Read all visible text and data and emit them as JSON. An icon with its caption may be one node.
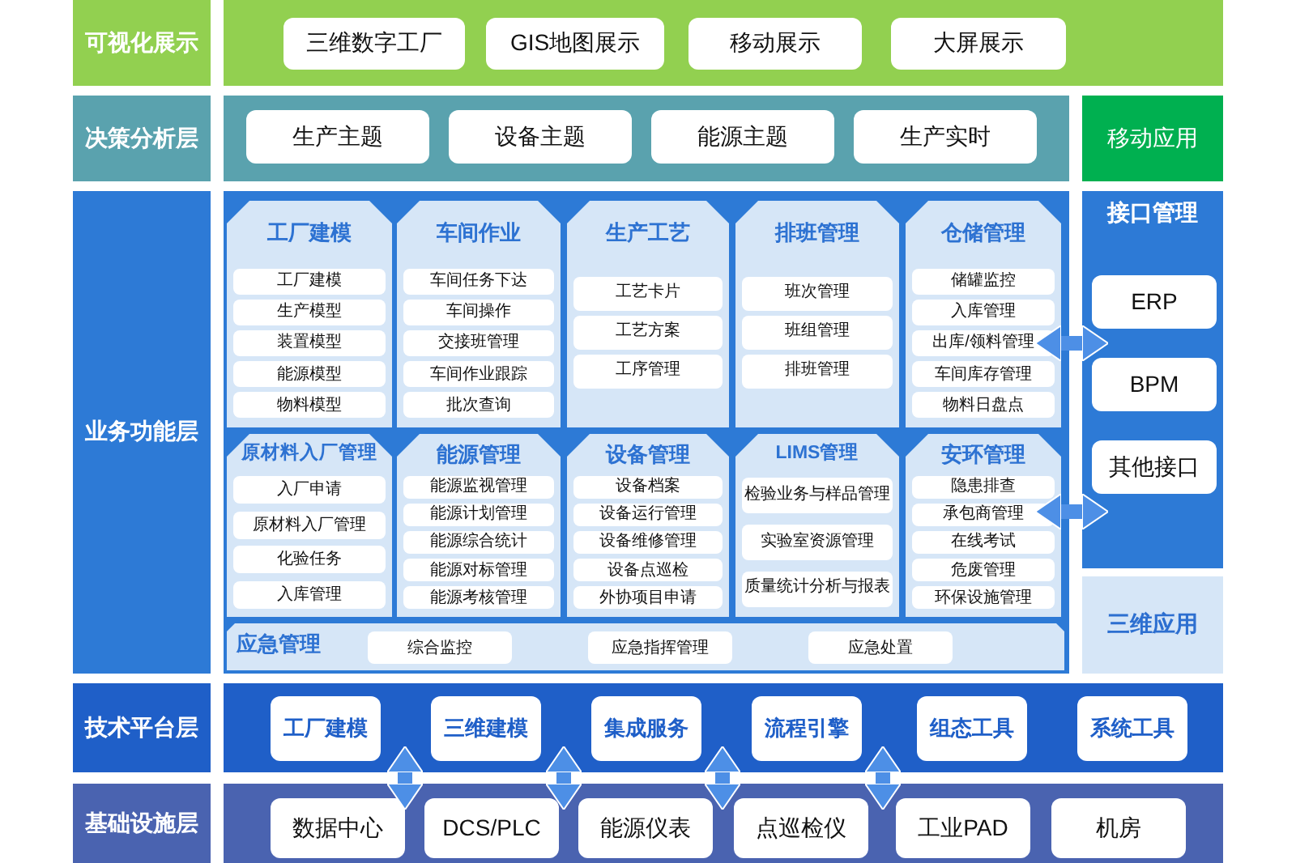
{
  "diagram": {
    "nodes": [
      {
        "text": [
          "可视化展示"
        ]
      },
      {
        "text": [],
        "shape": "box"
      },
      {
        "text": [
          "三维数字工厂"
        ],
        "in": 1
      },
      {
        "text": [
          "GIS地图展示"
        ],
        "in": 1
      },
      {
        "text": [
          "移动展示"
        ],
        "in": 1
      },
      {
        "text": [
          "大屏展示"
        ],
        "in": 1
      },
      {
        "text": [
          "决策分析层"
        ]
      },
      {
        "text": [],
        "shape": "box"
      },
      {
        "text": [
          "生产主题"
        ],
        "in": 7
      },
      {
        "text": [
          "设备主题"
        ],
        "in": 7
      },
      {
        "text": [
          "能源主题"
        ],
        "in": 7
      },
      {
        "text": [
          "生产实时"
        ],
        "in": 7
      },
      {
        "text": [
          "移动应用"
        ]
      },
      {
        "text": [
          "业务功能层"
        ]
      },
      {
        "text": [],
        "shape": "box"
      },
      {
        "text": [
          "工厂建模"
        ],
        "in": 14
      },
      {
        "text": [
          "工厂建模"
        ],
        "in": 15
      },
      {
        "text": [
          "生产模型"
        ],
        "in": 15
      },
      {
        "text": [
          "装置模型"
        ],
        "in": 15
      },
      {
        "text": [
          "能源模型"
        ],
        "in": 15
      },
      {
        "text": [
          "物料模型"
        ],
        "in": 15
      },
      {
        "text": [
          "车间作业"
        ],
        "in": 14
      },
      {
        "text": [
          "车间任务下达"
        ],
        "in": 21
      },
      {
        "text": [
          "车间操作"
        ],
        "in": 21
      },
      {
        "text": [
          "交接班管理"
        ],
        "in": 21
      },
      {
        "text": [
          "车间作业跟踪"
        ],
        "in": 21
      },
      {
        "text": [
          "批次查询"
        ],
        "in": 21
      },
      {
        "text": [
          "生产工艺"
        ],
        "in": 14
      },
      {
        "text": [
          "工艺卡片"
        ],
        "in": 27
      },
      {
        "text": [
          "工艺方案"
        ],
        "in": 27
      },
      {
        "text": [
          "工序管理"
        ],
        "in": 27
      },
      {
        "text": [
          "排班管理"
        ],
        "in": 14
      },
      {
        "text": [
          "班次管理"
        ],
        "in": 31
      },
      {
        "text": [
          "班组管理"
        ],
        "in": 31
      },
      {
        "text": [
          "排班管理"
        ],
        "in": 31
      },
      {
        "text": [
          "仓储管理"
        ],
        "in": 14
      },
      {
        "text": [
          "储罐监控"
        ],
        "in": 35
      },
      {
        "text": [
          "入库管理"
        ],
        "in": 35
      },
      {
        "text": [
          "出库/领料管理"
        ],
        "in": 35
      },
      {
        "text": [
          "车间库存管理"
        ],
        "in": 35
      },
      {
        "text": [
          "物料日盘点"
        ],
        "in": 35
      },
      {
        "text": [
          "原材料入厂管理"
        ],
        "in": 14
      },
      {
        "text": [
          "入厂申请"
        ],
        "in": 41
      },
      {
        "text": [
          "原材料入厂管理"
        ],
        "in": 41
      },
      {
        "text": [
          "化验任务"
        ],
        "in": 41
      },
      {
        "text": [
          "入库管理"
        ],
        "in": 41
      },
      {
        "text": [
          "能源管理"
        ],
        "in": 14
      },
      {
        "text": [
          "能源监视管理"
        ],
        "in": 46
      },
      {
        "text": [
          "能源计划管理"
        ],
        "in": 46
      },
      {
        "text": [
          "能源综合统计"
        ],
        "in": 46
      },
      {
        "text": [
          "能源对标管理"
        ],
        "in": 46
      },
      {
        "text": [
          "能源考核管理"
        ],
        "in": 46
      },
      {
        "text": [
          "设备管理"
        ],
        "in": 14
      },
      {
        "text": [
          "设备档案"
        ],
        "in": 52
      },
      {
        "text": [
          "设备运行管理"
        ],
        "in": 52
      },
      {
        "text": [
          "设备维修管理"
        ],
        "in": 52
      },
      {
        "text": [
          "设备点巡检"
        ],
        "in": 52
      },
      {
        "text": [
          "外协项目申请"
        ],
        "in": 52
      },
      {
        "text": [
          "LIMS管理"
        ],
        "in": 14
      },
      {
        "text": [
          "检验业务与样品管理"
        ],
        "in": 58
      },
      {
        "text": [
          "实验室资源管理"
        ],
        "in": 58
      },
      {
        "text": [
          "质量统计分析与报表"
        ],
        "in": 58
      },
      {
        "text": [
          "安环管理"
        ],
        "in": 14
      },
      {
        "text": [
          "隐患排查"
        ],
        "in": 62
      },
      {
        "text": [
          "承包商管理"
        ],
        "in": 62
      },
      {
        "text": [
          "在线考试"
        ],
        "in": 62
      },
      {
        "text": [
          "危废管理"
        ],
        "in": 62
      },
      {
        "text": [
          "环保设施管理"
        ],
        "in": 62
      },
      {
        "text": [
          "应急管理"
        ],
        "in": 14
      },
      {
        "text": [
          "综合监控"
        ],
        "in": 68
      },
      {
        "text": [
          "应急指挥管理"
        ],
        "in": 68
      },
      {
        "text": [
          "应急处置"
        ],
        "in": 68
      },
      {
        "text": [
          "接口管理"
        ]
      },
      {
        "text": [
          "ERP"
        ],
        "in": 72
      },
      {
        "text": [
          "BPM"
        ],
        "in": 72
      },
      {
        "text": [
          "其他接口"
        ],
        "in": 72
      },
      {
        "text": [
          "三维应用"
        ]
      },
      {
        "text": [
          "技术平台层"
        ]
      },
      {
        "text": [],
        "shape": "box"
      },
      {
        "text": [
          "工厂建模"
        ],
        "in": 78
      },
      {
        "text": [
          "三维建模"
        ],
        "in": 78
      },
      {
        "text": [
          "集成服务"
        ],
        "in": 78
      },
      {
        "text": [
          "流程引擎"
        ],
        "in": 78
      },
      {
        "text": [
          "组态工具"
        ],
        "in": 78
      },
      {
        "text": [
          "系统工具"
        ],
        "in": 78
      },
      {
        "text": [
          "基础设施层"
        ]
      },
      {
        "text": [],
        "shape": "box"
      },
      {
        "text": [
          "数据中心"
        ],
        "in": 86
      },
      {
        "text": [
          "DCS/PLC"
        ],
        "in": 86
      },
      {
        "text": [
          "能源仪表"
        ],
        "in": 86
      },
      {
        "text": [
          "点巡检仪"
        ],
        "in": 86
      },
      {
        "text": [
          "工业PAD"
        ],
        "in": 86
      },
      {
        "text": [
          "机房"
        ],
        "in": 86
      }
    ],
    "edges": [
      {
        "from": 35,
        "to": 72,
        "arrow": "both"
      },
      {
        "from": 62,
        "to": 72,
        "arrow": "both"
      },
      {
        "from": 78,
        "to": 86,
        "arrow": "both"
      },
      {
        "from": 78,
        "to": 86,
        "arrow": "both"
      },
      {
        "from": 78,
        "to": 86,
        "arrow": "both"
      },
      {
        "from": 78,
        "to": 86,
        "arrow": "both"
      }
    ]
  }
}
